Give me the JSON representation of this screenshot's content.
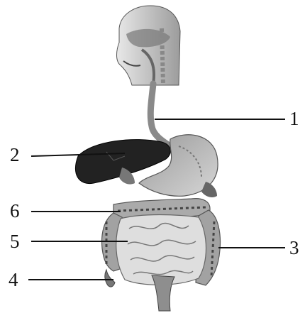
{
  "labels": [
    {
      "id": "1",
      "text": "1",
      "part": "esophagus"
    },
    {
      "id": "2",
      "text": "2",
      "part": "liver"
    },
    {
      "id": "3",
      "text": "3",
      "part": "large-intestine"
    },
    {
      "id": "4",
      "text": "4",
      "part": "appendix"
    },
    {
      "id": "5",
      "text": "5",
      "part": "small-intestine"
    },
    {
      "id": "6",
      "text": "6",
      "part": "transverse-colon"
    }
  ],
  "colors": {
    "ink": "#111111",
    "tissue": "#c9c9c9",
    "tissue_dark": "#8c8c8c",
    "liver": "#1e1e1e"
  }
}
